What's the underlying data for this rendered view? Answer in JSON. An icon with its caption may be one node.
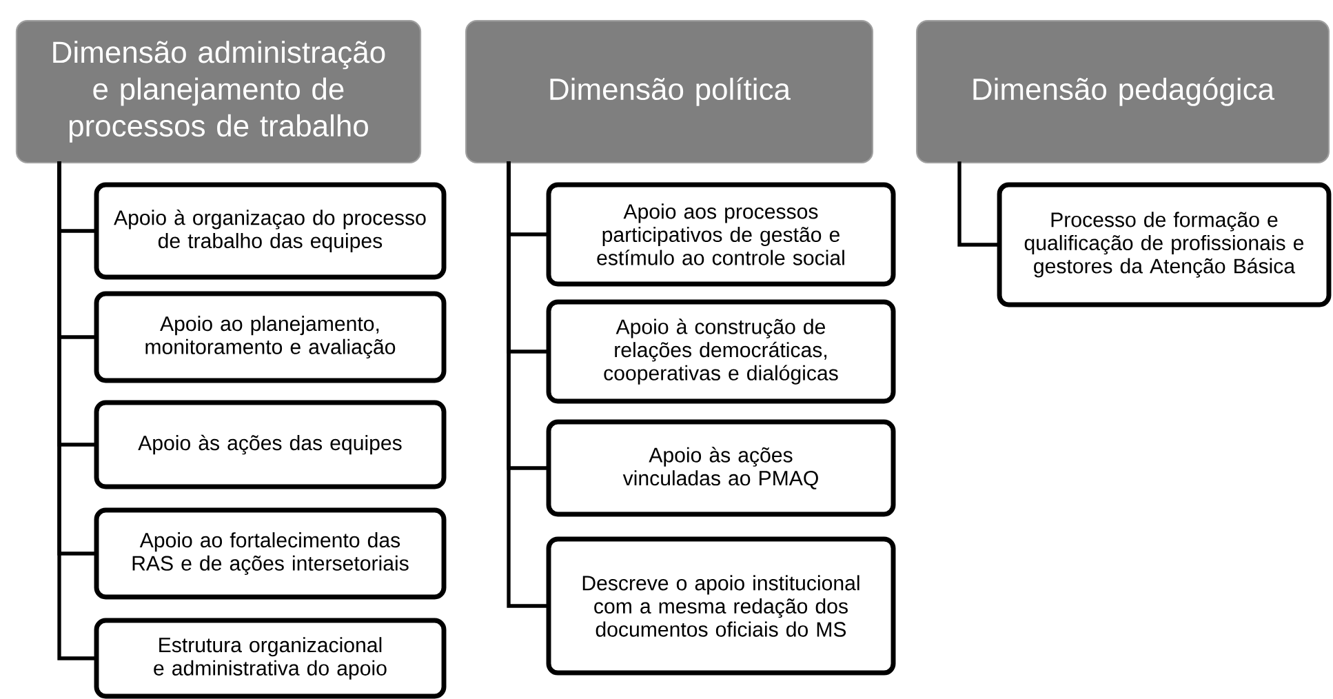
{
  "diagram": {
    "nodes": [
      {
        "text": [
          "Dimensão administração e planejamento de processos de trabalho"
        ]
      },
      {
        "text": [
          "Apoio à organizaçao do processo de trabalho das equipes"
        ]
      },
      {
        "text": [
          "Apoio ao planejamento, monitoramento e avaliação"
        ]
      },
      {
        "text": [
          "Apoio às ações das equipes"
        ]
      },
      {
        "text": [
          "Apoio ao fortalecimento das RAS e de ações intersetoriais"
        ]
      },
      {
        "text": [
          "Estrutura organizacional e administrativa do apoio"
        ]
      },
      {
        "text": [
          "Dimensão política"
        ]
      },
      {
        "text": [
          "Apoio aos processos participativos de gestão e estímulo ao controle social"
        ]
      },
      {
        "text": [
          "Apoio à construção de relações democráticas, cooperativas e dialógicas"
        ]
      },
      {
        "text": [
          "Apoio às ações vinculadas ao PMAQ"
        ]
      },
      {
        "text": [
          "Descreve o apoio institucional com a mesma redação dos documentos oficiais do MS"
        ]
      },
      {
        "text": [
          "Dimensão pedagógica"
        ]
      },
      {
        "text": [
          "Processo de formação e qualificação de profissionais e gestores da Atenção Básica"
        ]
      }
    ],
    "edges": [
      {
        "from": 0,
        "to": 1,
        "arrow": "none"
      },
      {
        "from": 0,
        "to": 2,
        "arrow": "none"
      },
      {
        "from": 0,
        "to": 3,
        "arrow": "none"
      },
      {
        "from": 0,
        "to": 4,
        "arrow": "none"
      },
      {
        "from": 0,
        "to": 5,
        "arrow": "none"
      },
      {
        "from": 6,
        "to": 7,
        "arrow": "none"
      },
      {
        "from": 6,
        "to": 8,
        "arrow": "none"
      },
      {
        "from": 6,
        "to": 9,
        "arrow": "none"
      },
      {
        "from": 6,
        "to": 10,
        "arrow": "none"
      },
      {
        "from": 11,
        "to": 12,
        "arrow": "none"
      }
    ]
  }
}
